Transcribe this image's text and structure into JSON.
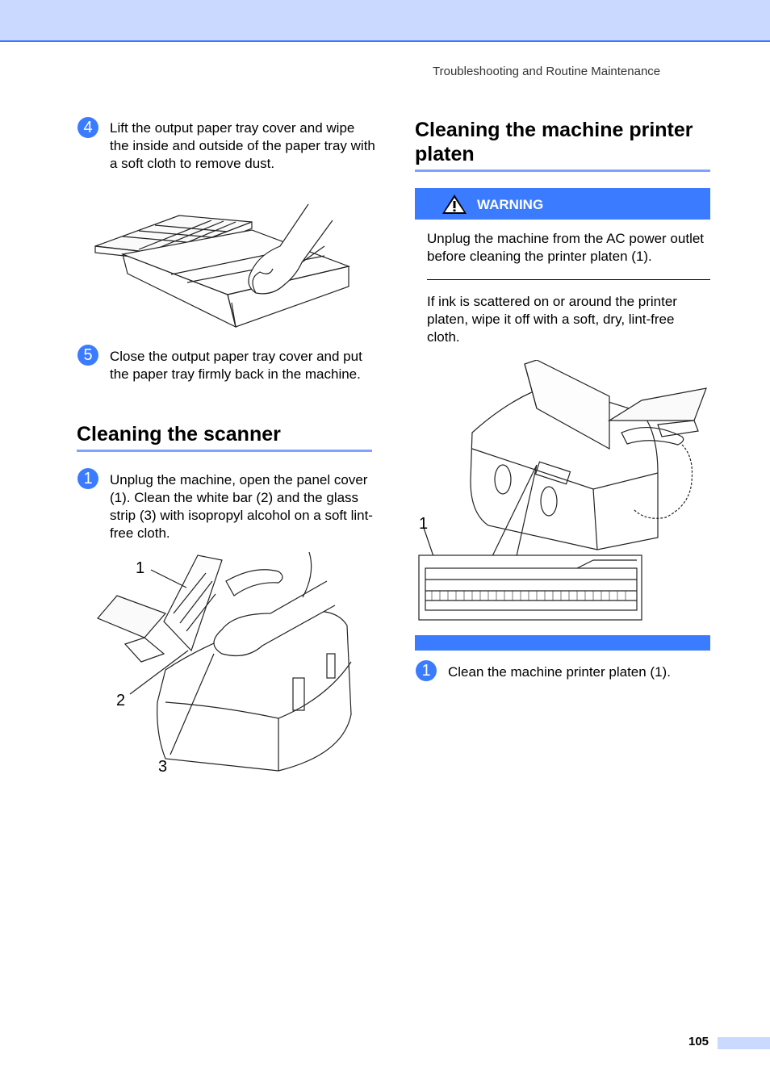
{
  "header": {
    "running_title": "Troubleshooting and Routine Maintenance"
  },
  "left_column": {
    "step4": {
      "number": "4",
      "text": "Lift the output paper tray cover and wipe the inside and outside of the paper tray with a soft cloth to remove dust."
    },
    "step5": {
      "number": "5",
      "text": "Close the output paper tray cover and put the paper tray firmly back in the machine."
    },
    "scanner_section": {
      "title": "Cleaning the scanner",
      "step1": {
        "number": "1",
        "text": "Unplug the machine, open the panel cover (1). Clean the white bar (2) and the glass strip (3) with isopropyl alcohol on a soft lint-free cloth."
      },
      "callouts": [
        "1",
        "2",
        "3"
      ]
    }
  },
  "right_column": {
    "platen_section": {
      "title": "Cleaning the machine printer platen",
      "warning": {
        "label": "WARNING",
        "text": "Unplug the machine from the AC power outlet before cleaning the printer platen (1)."
      },
      "paragraph": "If ink is scattered on or around the printer platen, wipe it off with a soft, dry, lint-free cloth.",
      "callout": "1",
      "step1": {
        "number": "1",
        "text": "Clean the machine printer platen (1)."
      }
    }
  },
  "footer": {
    "page_number": "105"
  },
  "colors": {
    "accent_blue": "#3a7bff",
    "light_blue": "#cad9ff",
    "rule_blue": "#7ea2ff"
  }
}
